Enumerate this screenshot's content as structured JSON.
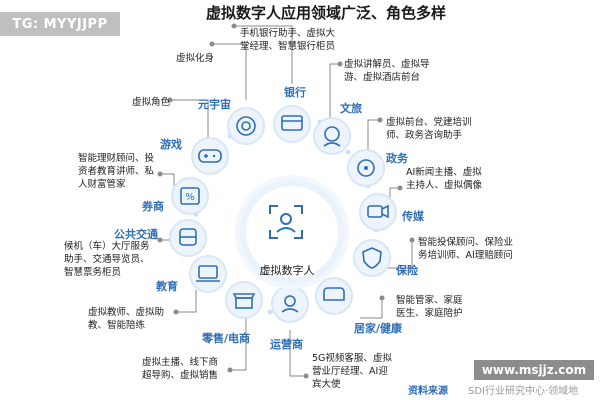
{
  "watermark_top_left": "TG: MYYJJPP",
  "title": "虚拟数字人应用领域广泛、角色多样",
  "center_label": "虚拟数字人",
  "categories": {
    "bank": "银行",
    "metaverse": "元宇宙",
    "culture": "文旅",
    "game": "游戏",
    "government": "政务",
    "securities": "券商",
    "media": "传媒",
    "public_transport": "公共交通",
    "insurance": "保险",
    "education": "教育",
    "home_health": "居家/健康",
    "retail": "零售/电商",
    "operator": "运营商"
  },
  "descriptions": {
    "bank": [
      "手机银行助手、虚拟大",
      "堂经理、智慧银行柜员"
    ],
    "metaverse": [
      "虚拟化身"
    ],
    "culture": [
      "虚拟讲解员、虚拟导",
      "游、虚拟酒店前台"
    ],
    "game": [
      "虚拟角色"
    ],
    "government": [
      "虚拟前台、党建培训",
      "师、政务咨询助手"
    ],
    "securities": [
      "智能理财顾问、投",
      "资者教育讲师、私",
      "人财富管家"
    ],
    "media": [
      "AI新闻主播、虚拟",
      "主持人、虚拟偶像"
    ],
    "public_transport": [
      "候机（车）大厅服务",
      "助手、交通导览员、",
      "智慧票务柜员"
    ],
    "insurance": [
      "智能投保顾问、保险业",
      "务培训师、AI理赔顾问"
    ],
    "education": [
      "虚拟教师、虚拟助",
      "教、智能陪练"
    ],
    "home_health": [
      "智能管家、家庭",
      "医生、家庭陪护"
    ],
    "retail": [
      "虚拟主播、线下商",
      "超导购、虚拟销售"
    ],
    "operator": [
      "5G视频客服、虚拟",
      "营业厅经理、AI迎",
      "宾大使"
    ]
  },
  "source": "资料来源",
  "watermark_bottom_right": "www.msjjz.com",
  "watermark_bottom_right_2": "SDI行业研究中心·领域地",
  "colors": {
    "accent_blue": "#2f6fb6",
    "icon_ring": "#d8e6f6",
    "icon_fill": "#eef4fb"
  }
}
